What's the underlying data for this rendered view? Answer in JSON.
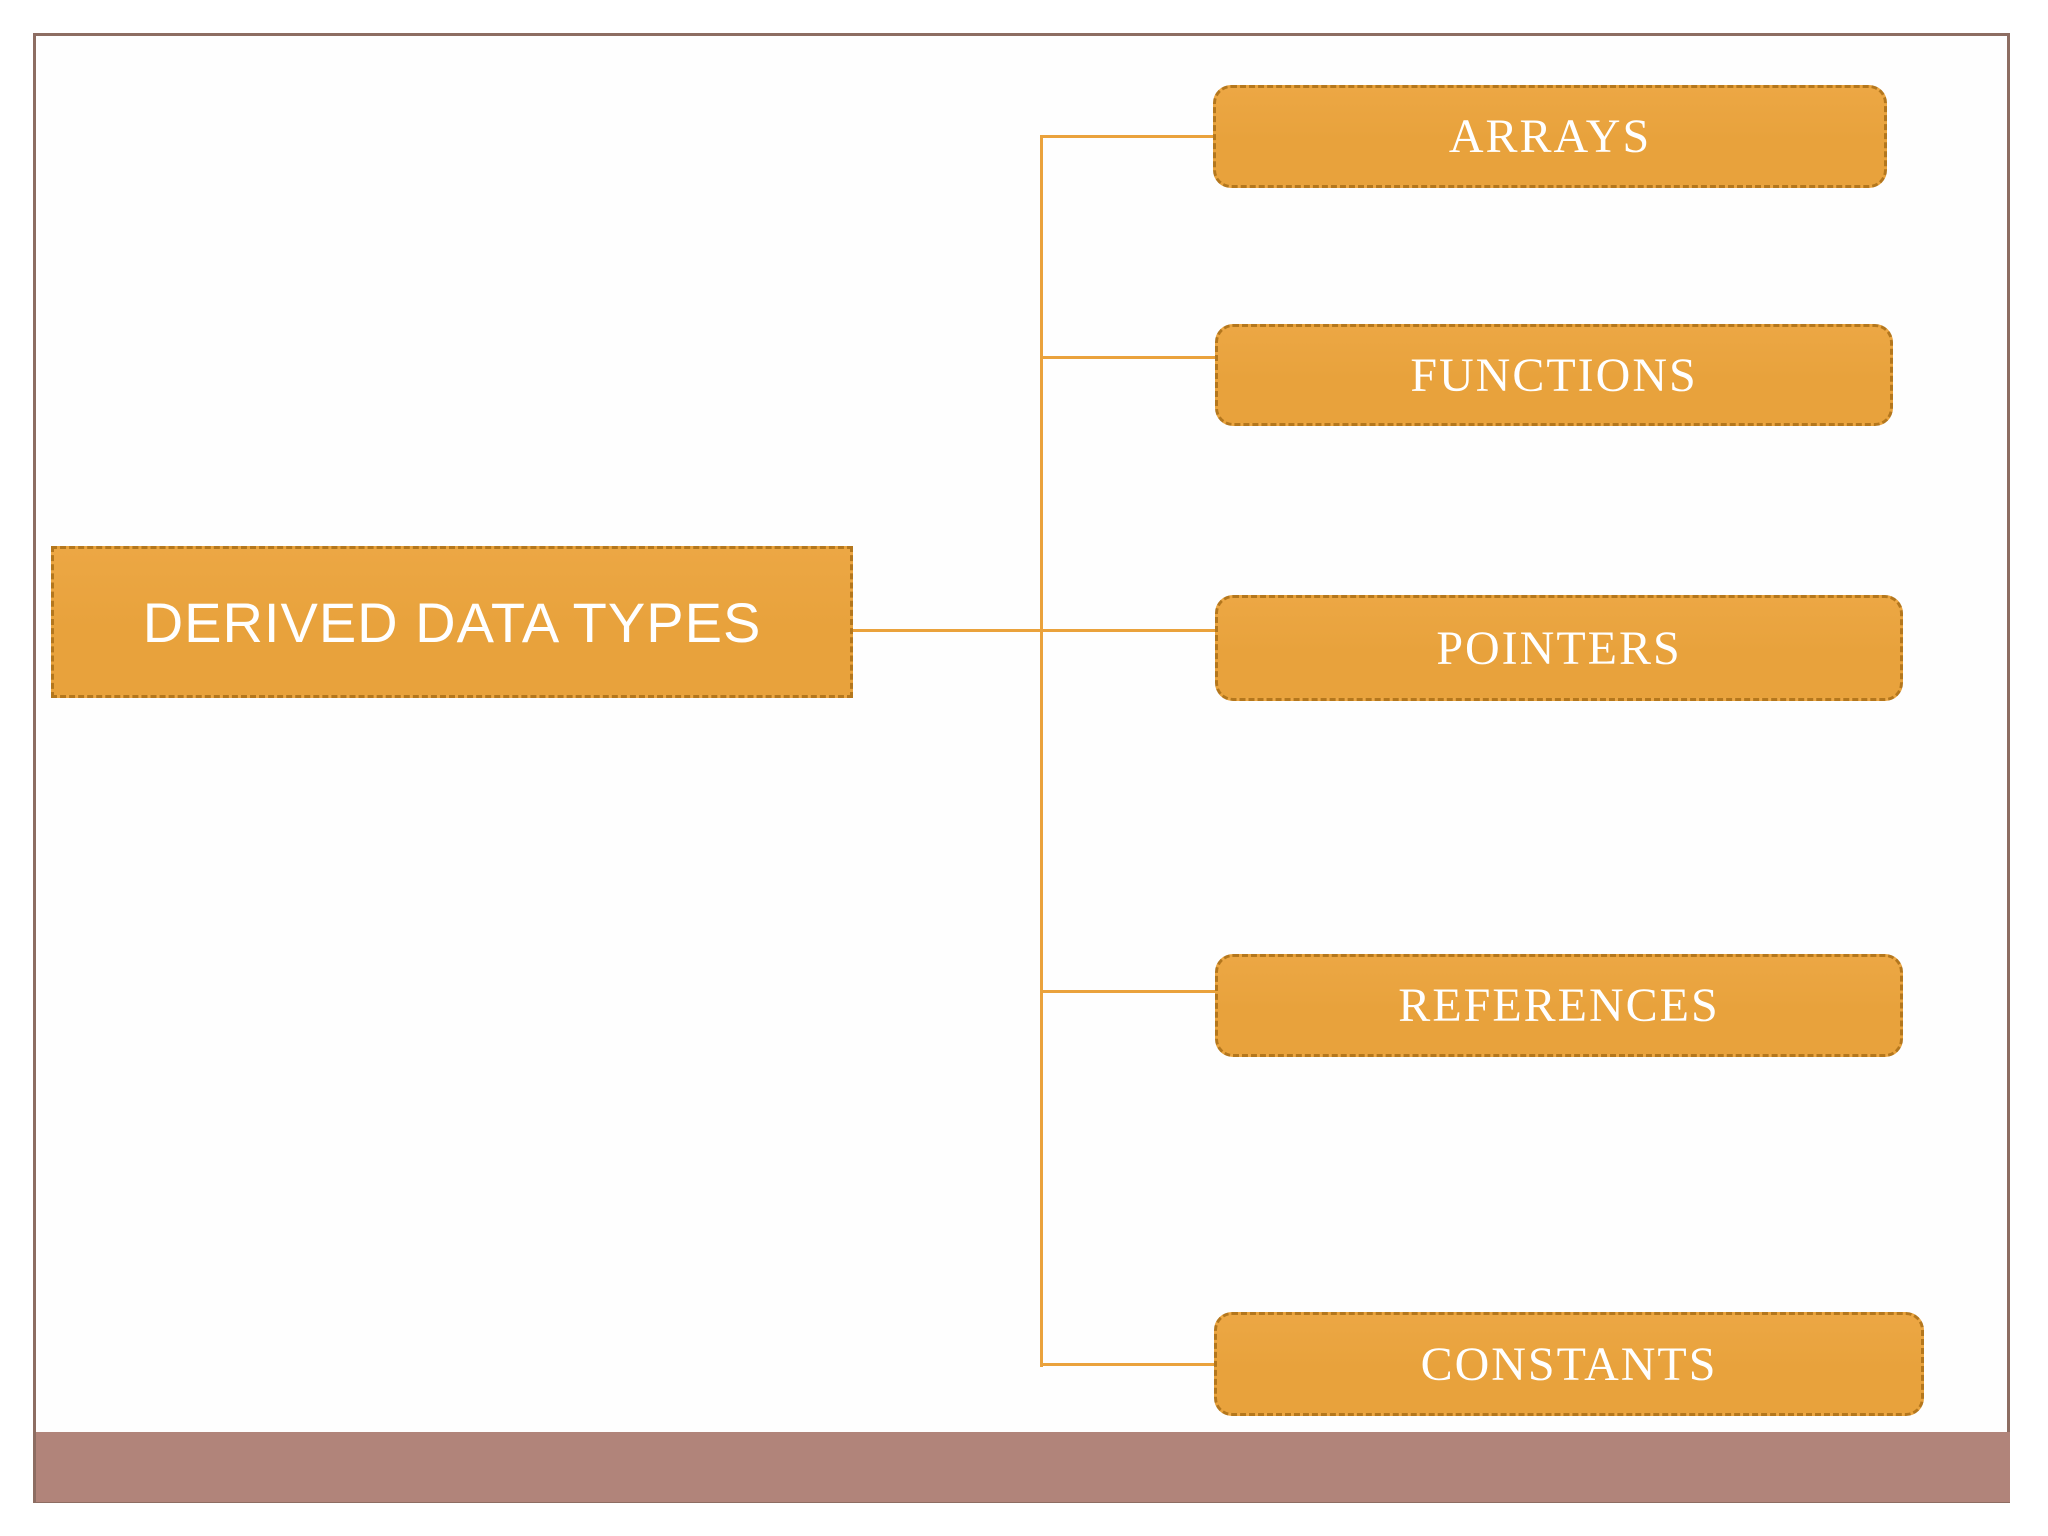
{
  "diagram": {
    "root": {
      "label": "DERIVED DATA TYPES"
    },
    "children": [
      {
        "label": "ARRAYS"
      },
      {
        "label": "FUNCTIONS"
      },
      {
        "label": "POINTERS"
      },
      {
        "label": "REFERENCES"
      },
      {
        "label": "CONSTANTS"
      }
    ],
    "colors": {
      "node_fill": "#E8A23C",
      "node_fill_light": "#ECA744",
      "node_border": "#B4771D",
      "connector": "#EAA23C",
      "frame_border": "#8D6D62",
      "footer_bar": "#B1847A",
      "text": "#FFFFFF"
    }
  }
}
